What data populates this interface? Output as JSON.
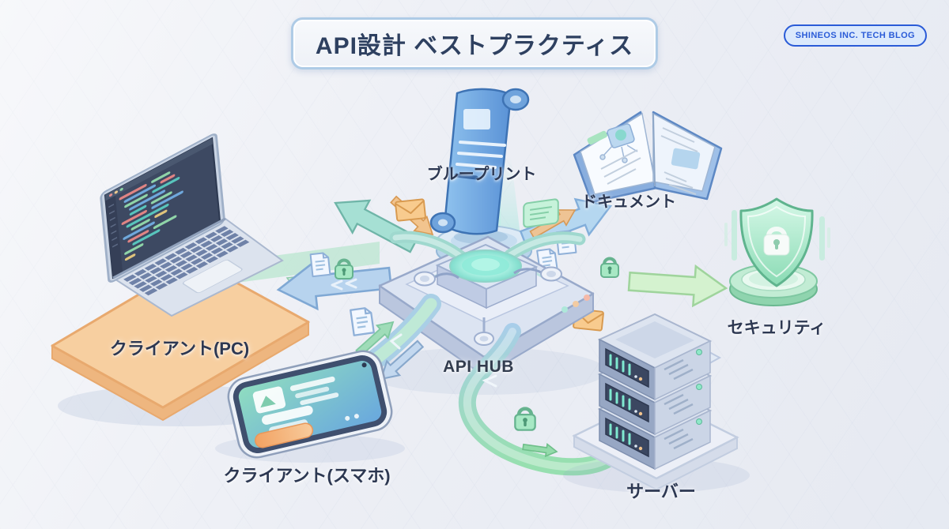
{
  "title": {
    "text": "API設計 ベストプラクティス"
  },
  "badge": {
    "text": "SHINEOS INC. TECH BLOG"
  },
  "nodes": {
    "blueprint": {
      "label": "ブループリント"
    },
    "document": {
      "label": "ドキュメント"
    },
    "security": {
      "label": "セキュリティ"
    },
    "client_pc": {
      "label": "クライアント(PC)"
    },
    "api_hub": {
      "label": "API HUB"
    },
    "client_mobile": {
      "label": "クライアント(スマホ)"
    },
    "server": {
      "label": "サーバー"
    }
  },
  "icons": {
    "center": "api-hub-platform",
    "around_hub": [
      "envelope-icon",
      "padlock-icon",
      "document-icon",
      "message-card-icon"
    ],
    "endpoints": [
      "scroll-blueprint-icon",
      "open-book-icon",
      "shield-lock-icon",
      "laptop-code-icon",
      "smartphone-icon",
      "server-stack-icon"
    ]
  },
  "colors": {
    "background": "#edeff5",
    "title_text": "#2e4060",
    "badge_accent": "#2a5bd7",
    "label_text": "#2d3852",
    "hub_glow_teal": "#7fdccc",
    "pipe_green": "#97dfb0",
    "pipe_blue": "#a9cdeb",
    "arrow_teal": "#a6e0d4",
    "arrow_orange": "#f2c48e",
    "platform_orange": "#f7cfa0",
    "security_green": "#8adbb4",
    "scroll_blue": "#5a92d6"
  }
}
